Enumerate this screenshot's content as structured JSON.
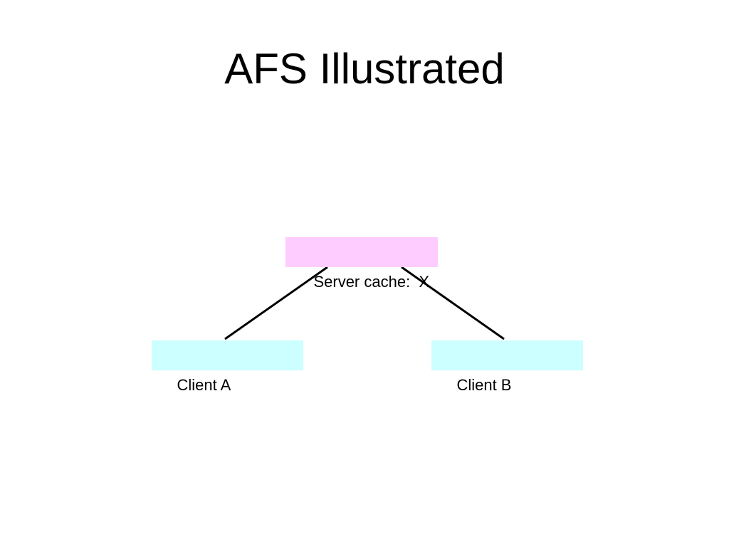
{
  "slide": {
    "title": "AFS Illustrated"
  },
  "diagram": {
    "server": {
      "label": "Server cache:  X"
    },
    "clients": [
      {
        "label": "Client A"
      },
      {
        "label": "Client B"
      }
    ],
    "colors": {
      "server_fill": "#ffccff",
      "client_fill": "#ccffff",
      "connector": "#000000"
    }
  }
}
